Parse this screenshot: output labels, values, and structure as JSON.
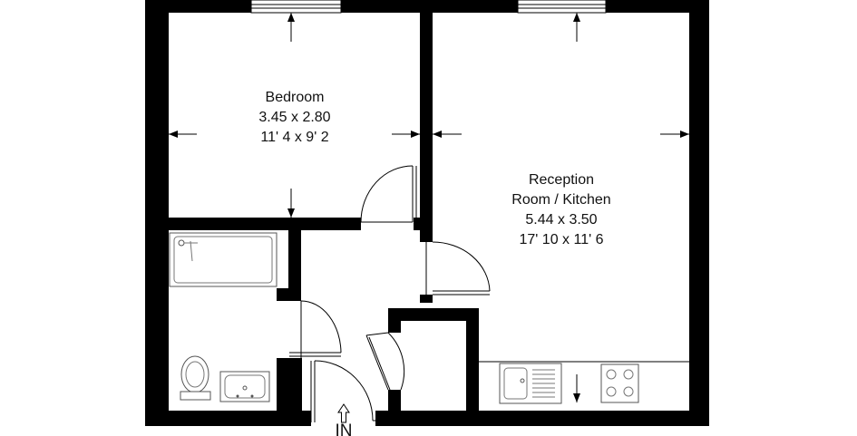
{
  "rooms": {
    "bedroom": {
      "name": "Bedroom",
      "metric": "3.45 x 2.80",
      "imperial": "11' 4 x 9' 2"
    },
    "reception": {
      "name_line1": "Reception",
      "name_line2": "Room / Kitchen",
      "metric": "5.44 x 3.50",
      "imperial": "17' 10 x 11' 6"
    }
  },
  "entrance": {
    "label": "IN"
  },
  "colors": {
    "wall": "#000000",
    "fixture_stroke": "#555555",
    "background": "#ffffff"
  }
}
